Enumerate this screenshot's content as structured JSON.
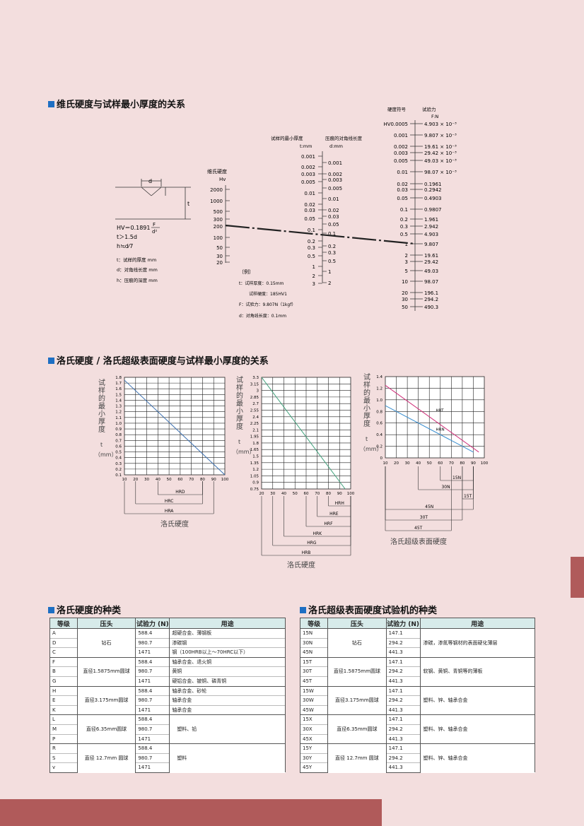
{
  "sections": {
    "vickers_title": "维氏硬度与试样最小厚度的关系",
    "rockwell_title": "洛氏硬度 / 洛氏超级表面硬度与试样最小厚度的关系",
    "rockwell_types_title": "洛氏硬度的种类",
    "superficial_types_title": "洛氏超级表面硬度试验机的种类"
  },
  "vickers": {
    "diagram": {
      "d_label": "d",
      "t_label": "t"
    },
    "formulas": [
      "HV＝0.1891",
      "t＞1.5d",
      "h≒d⁄7"
    ],
    "formula_frac": {
      "num": "F",
      "den": "d²"
    },
    "legend": [
      "t：试样的厚度 mm",
      "d：对角线长度 mm",
      "h：压痕的深度 mm"
    ],
    "hv_scale": {
      "title1": "维氏硬度",
      "title2": "Hv",
      "ticks": [
        "2000",
        "1000",
        "500",
        "300",
        "200",
        "100",
        "50",
        "30",
        "20"
      ]
    },
    "t_scale": {
      "title1": "试样的最小厚度",
      "title2": "t:mm",
      "ticks": [
        "0.001",
        "0.002",
        "0.003",
        "0.005",
        "0.01",
        "0.02",
        "0.03",
        "0.05",
        "0.1",
        "0.2",
        "0.3",
        "0.5",
        "1",
        "2",
        "3"
      ]
    },
    "d_scale": {
      "title1": "压痕的对角线长度",
      "title2": "d:mm",
      "ticks": [
        "0.001",
        "0.002",
        "0.003",
        "0.005",
        "0.01",
        "0.02",
        "0.03",
        "0.05",
        "0.1",
        "0.2",
        "0.3",
        "0.5",
        "1",
        "2"
      ]
    },
    "symbol_header": "硬度符号",
    "force_header1": "试验力",
    "force_header2": "F:N",
    "symbols": [
      "HV0.0005",
      "0.001",
      "0.002",
      "0.003",
      "0.005",
      "0.01",
      "0.02",
      "0.03",
      "0.05",
      "0.1",
      "0.2",
      "0.3",
      "0.5",
      "1",
      "2",
      "3",
      "5",
      "10",
      "20",
      "30",
      "50"
    ],
    "forces": [
      "4.903 × 10⁻³",
      "9.807 × 10⁻³",
      "19.61 × 10⁻³",
      "29.42 × 10⁻³",
      "49.03 × 10⁻³",
      "98.07 × 10⁻³",
      "0.1961",
      "0.2942",
      "0.4903",
      "0.9807",
      "1.961",
      "2.942",
      "4.903",
      "9.807",
      "19.61",
      "29.42",
      "49.03",
      "98.07",
      "196.1",
      "294.2",
      "490.3"
    ],
    "example": [
      "〔例〕",
      "t：试样厚度：0.15mm",
      "试样硬度：185HV1",
      "F：试验力：9.807N（1kgf）",
      "d：对角线长度：0.1mm"
    ]
  },
  "rockwell": {
    "ylabel": "试样的最小厚度",
    "t_label": "t",
    "unit": "（mm）",
    "xlabel_hardness": "洛氏硬度",
    "xlabel_superficial": "洛氏超级表面硬度",
    "x_ticks": [
      "10",
      "20",
      "30",
      "40",
      "50",
      "60",
      "70",
      "80",
      "90",
      "100"
    ],
    "chart1_y": [
      "1.8",
      "1.7",
      "1.6",
      "1.5",
      "1.4",
      "1.3",
      "1.2",
      "1.1",
      "1.0",
      "0.9",
      "0.8",
      "0.7",
      "0.6",
      "0.5",
      "0.4",
      "0.3",
      "0.2",
      "0.1"
    ],
    "chart1_ranges": [
      "HRD",
      "HRC",
      "HRA"
    ],
    "chart2_y": [
      "3.3",
      "3.15",
      "3",
      "2.85",
      "2.7",
      "2.55",
      "2.4",
      "2.25",
      "2.1",
      "1.95",
      "1.8",
      "1.65",
      "1.5",
      "1.35",
      "1.2",
      "1.05",
      "0.9",
      "0.75"
    ],
    "chart2_x": [
      "20",
      "30",
      "40",
      "50",
      "60",
      "70",
      "80",
      "90",
      "100"
    ],
    "chart2_ranges": [
      "HRH",
      "HRE",
      "HRF",
      "HRK",
      "HRG",
      "HRB"
    ],
    "chart3_y": [
      "1.4",
      "1.2",
      "1.0",
      "0.8",
      "0.6",
      "0.4",
      "0.2",
      "0"
    ],
    "chart3_series": [
      "HRT",
      "HRN"
    ],
    "chart3_ranges": [
      "15N",
      "30N",
      "15T",
      "45N",
      "30T",
      "45T"
    ]
  },
  "chart_data": [
    {
      "type": "line",
      "xlabel": "洛氏硬度",
      "ylabel": "试样的最小厚度 t (mm)",
      "xlim": [
        10,
        100
      ],
      "ylim": [
        0.1,
        1.8
      ],
      "series": [
        {
          "name": "",
          "x": [
            10,
            100
          ],
          "y": [
            1.75,
            0.1
          ]
        }
      ]
    },
    {
      "type": "line",
      "xlabel": "洛氏硬度",
      "ylabel": "试样的最小厚度 t (mm)",
      "xlim": [
        20,
        100
      ],
      "ylim": [
        0.75,
        3.3
      ],
      "series": [
        {
          "name": "",
          "x": [
            20,
            95
          ],
          "y": [
            3.3,
            0.75
          ]
        }
      ]
    },
    {
      "type": "line",
      "xlabel": "洛氏超级表面硬度",
      "ylabel": "试样的最小厚度 t (mm)",
      "xlim": [
        10,
        100
      ],
      "ylim": [
        0,
        1.4
      ],
      "series": [
        {
          "name": "HRT",
          "x": [
            10,
            95
          ],
          "y": [
            1.25,
            0.1
          ]
        },
        {
          "name": "HRN",
          "x": [
            10,
            90
          ],
          "y": [
            0.9,
            0.1
          ]
        }
      ]
    }
  ],
  "table_rockwell": {
    "headers": [
      "等级",
      "压头",
      "试验力 (N)",
      "用途"
    ],
    "groups": [
      {
        "indenter": "钻石",
        "rows": [
          [
            "A",
            "588.4",
            "超硬合金、薄钢板"
          ],
          [
            "D",
            "980.7",
            "渗碳钢"
          ],
          [
            "C",
            "1471",
            "钢（100HRB以上～70HRC以下）"
          ]
        ]
      },
      {
        "indenter": "直径1.5875mm圆球",
        "rows": [
          [
            "F",
            "588.4",
            "轴承合金、退火铜"
          ],
          [
            "B",
            "980.7",
            "黄铜"
          ],
          [
            "G",
            "1471",
            "硬铝合金、铍铜、磷青铜"
          ]
        ]
      },
      {
        "indenter": "直径3.175mm圆球",
        "rows": [
          [
            "H",
            "588.4",
            "轴承合金、砂轮"
          ],
          [
            "E",
            "980.7",
            "轴承合金"
          ],
          [
            "K",
            "1471",
            "轴承合金"
          ]
        ]
      },
      {
        "indenter": "直径6.35mm圆球",
        "use": "塑料、铅",
        "rows": [
          [
            "L",
            "588.4",
            ""
          ],
          [
            "M",
            "980.7",
            ""
          ],
          [
            "P",
            "1471",
            ""
          ]
        ]
      },
      {
        "indenter": "直径 12.7mm 圆球",
        "use": "塑料",
        "rows": [
          [
            "R",
            "588.4",
            ""
          ],
          [
            "S",
            "980.7",
            ""
          ],
          [
            "v",
            "1471",
            ""
          ]
        ]
      }
    ]
  },
  "table_superficial": {
    "headers": [
      "等级",
      "压头",
      "试验力 (N)",
      "用途"
    ],
    "groups": [
      {
        "indenter": "钻石",
        "use": "渗碳，渗氮等钢材的表面硬化薄层",
        "rows": [
          [
            "15N",
            "147.1"
          ],
          [
            "30N",
            "294.2"
          ],
          [
            "45N",
            "441.3"
          ]
        ]
      },
      {
        "indenter": "直径1.5875mm圆球",
        "use": "软钢、黄铜、青铜等的薄板",
        "rows": [
          [
            "15T",
            "147.1"
          ],
          [
            "30T",
            "294.2"
          ],
          [
            "45T",
            "441.3"
          ]
        ]
      },
      {
        "indenter": "直径3.175mm圆球",
        "use": "塑料、锌、轴承合金",
        "rows": [
          [
            "15W",
            "147.1"
          ],
          [
            "30W",
            "294.2"
          ],
          [
            "45W",
            "441.3"
          ]
        ]
      },
      {
        "indenter": "直径6.35mm圆球",
        "use": "塑料、锌、轴承合金",
        "rows": [
          [
            "15X",
            "147.1"
          ],
          [
            "30X",
            "294.2"
          ],
          [
            "45X",
            "441.3"
          ]
        ]
      },
      {
        "indenter": "直径 12.7mm 圆球",
        "use": "塑料、锌、轴承合金",
        "rows": [
          [
            "15Y",
            "147.1"
          ],
          [
            "30Y",
            "294.2"
          ],
          [
            "45Y",
            "441.3"
          ]
        ]
      }
    ]
  },
  "colors": {
    "accent": "#1e6fc3",
    "band": "#b05a5a",
    "bg": "#f3dede",
    "hrt": "#d0307a",
    "hrn": "#3a8fd0",
    "chart2_line": "#3fa07a"
  }
}
